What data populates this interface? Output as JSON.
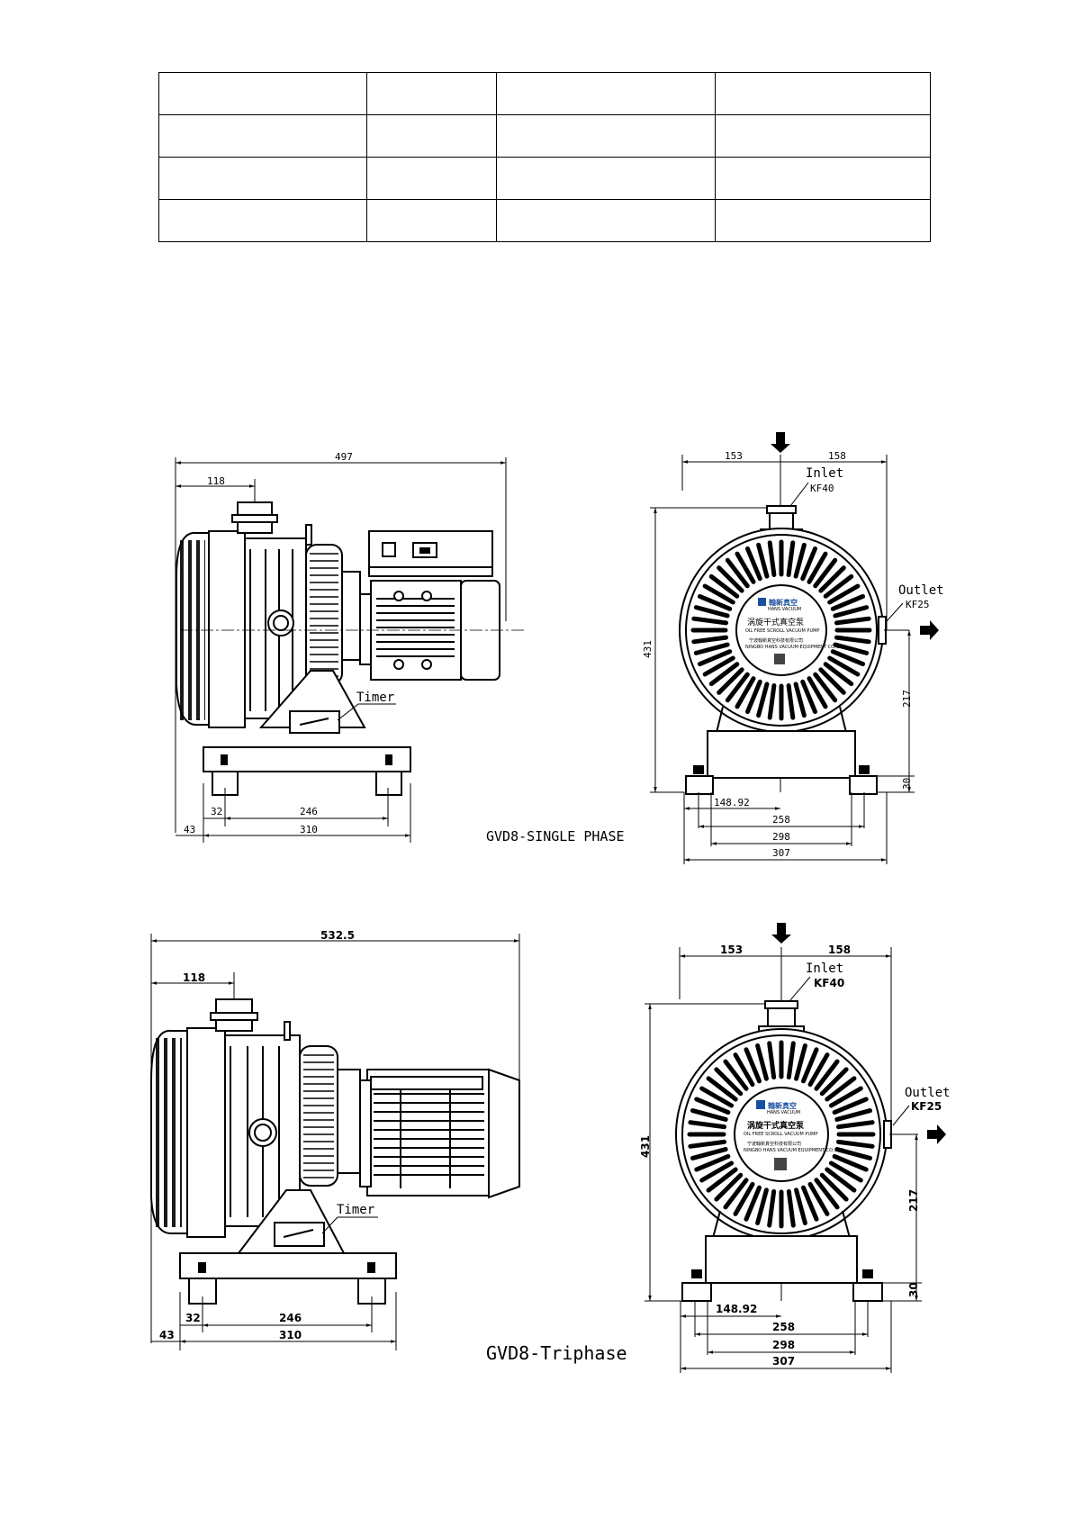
{
  "spec_table": {
    "rows": 4,
    "cols": 4
  },
  "drawing_single_phase": {
    "title": "GVD8-SINGLE PHASE",
    "side_view": {
      "dims": {
        "overall_length": "497",
        "inlet_offset": "118",
        "foot_left": "32",
        "foot_spacing": "246",
        "base_left": "43",
        "base_length": "310"
      },
      "labels": {
        "timer": "Timer"
      }
    },
    "front_view": {
      "dims": {
        "left_width": "153",
        "right_width": "158",
        "height": "431",
        "outlet_height": "217",
        "base_height": "30",
        "center_offset": "148.92",
        "foot_span": "258",
        "base_span": "298",
        "overall_width": "307"
      },
      "labels": {
        "inlet": "Inlet",
        "inlet_flange": "KF40",
        "outlet": "Outlet",
        "outlet_flange": "KF25"
      },
      "nameplate": {
        "brand": "翰新真空",
        "brand_en": "HANS VACUUM",
        "product_cn": "涡旋干式真空泵",
        "product_en": "OIL FREE SCROLL VACUUM PUMP",
        "company_cn": "宁波翰新真空科技有限公司",
        "company_en": "NINGBO HANS VACUUM EQUIPMENT CO.,LTD"
      }
    }
  },
  "drawing_triphase": {
    "title": "GVD8-Triphase",
    "side_view": {
      "dims": {
        "overall_length": "532.5",
        "inlet_offset": "118",
        "foot_left": "32",
        "foot_spacing": "246",
        "base_left": "43",
        "base_length": "310"
      },
      "labels": {
        "timer": "Timer"
      }
    },
    "front_view": {
      "dims": {
        "left_width": "153",
        "right_width": "158",
        "height": "431",
        "outlet_height": "217",
        "base_height": "30",
        "center_offset": "148.92",
        "foot_span": "258",
        "base_span": "298",
        "overall_width": "307"
      },
      "labels": {
        "inlet": "Inlet",
        "inlet_flange": "KF40",
        "outlet": "Outlet",
        "outlet_flange": "KF25"
      },
      "nameplate": {
        "brand": "翰新真空",
        "brand_en": "HANS VACUUM",
        "product_cn": "涡旋干式真空泵",
        "product_en": "OIL FREE SCROLL VACUUM PUMP",
        "company_cn": "宁波翰新真空科技有限公司",
        "company_en": "NINGBO HANS VACUUM EQUIPMENT CO.,LTD"
      }
    }
  }
}
